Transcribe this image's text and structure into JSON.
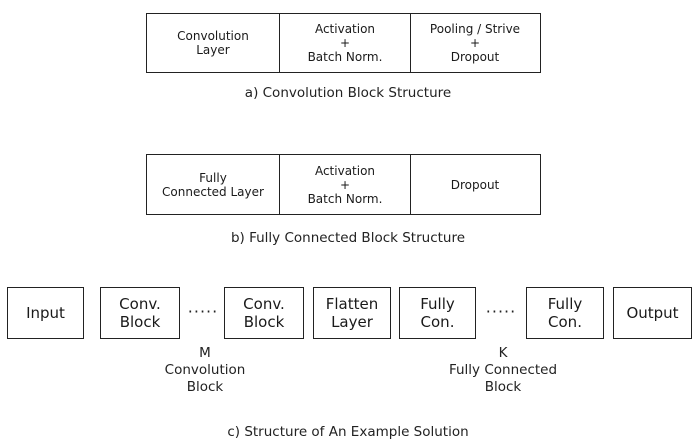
{
  "conv_block": {
    "cells": [
      "Convolution\nLayer",
      "Activation\n+\nBatch Norm.",
      "Pooling / Strive\n+\nDropout"
    ],
    "caption": "a) Convolution Block Structure"
  },
  "fc_block": {
    "cells": [
      "Fully\nConnected Layer",
      "Activation\n+\nBatch Norm.",
      "Dropout"
    ],
    "caption": "b) Fully Connected Block Structure"
  },
  "example": {
    "boxes": [
      "Input",
      "Conv.\nBlock",
      "Conv.\nBlock",
      "Flatten\nLayer",
      "Fully\nCon.",
      "Fully\nCon.",
      "Output"
    ],
    "dots": [
      "·····",
      "·····"
    ],
    "notes": [
      "M\nConvolution\nBlock",
      "K\nFully Connected\nBlock"
    ],
    "caption": "c) Structure of An Example Solution"
  }
}
